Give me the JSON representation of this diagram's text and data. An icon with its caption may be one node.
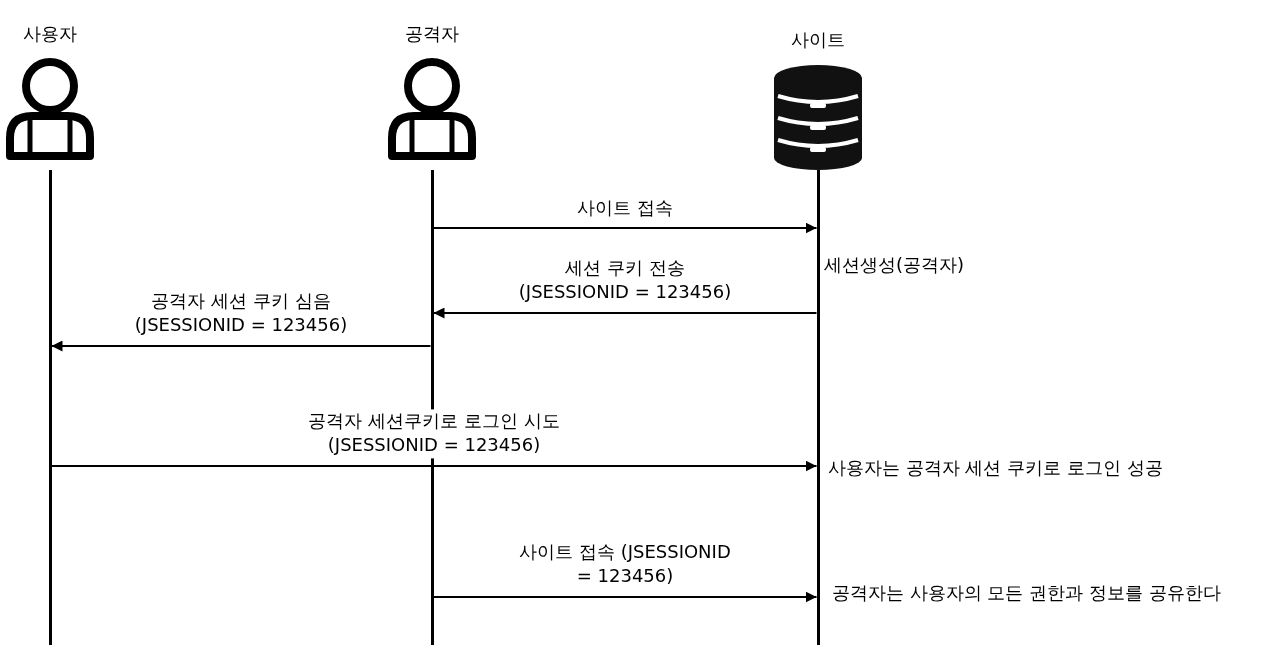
{
  "diagram": {
    "nodes": [
      {
        "text": [
          "사용자"
        ]
      },
      {
        "text": [
          "공격자"
        ]
      },
      {
        "text": [
          "사이트"
        ]
      },
      {
        "text": [],
        "shape": "bar"
      },
      {
        "text": [],
        "shape": "bar"
      },
      {
        "text": [],
        "shape": "bar"
      }
    ],
    "edges": [
      {
        "from": 4,
        "to": 5,
        "arrow": "to",
        "label": "사이트 접속"
      },
      {
        "from": 5,
        "to": 4,
        "arrow": "to",
        "label": "세션 쿠키 전송 (JSESSIONID = 123456)"
      },
      {
        "from": 4,
        "to": 3,
        "arrow": "to",
        "label": "공격자 세션 쿠키 심음 (JSESSIONID = 123456)"
      },
      {
        "from": 3,
        "to": 5,
        "arrow": "to",
        "label": "공격자 세션쿠키로 로그인 시도 (JSESSIONID = 123456)"
      },
      {
        "from": 4,
        "to": 5,
        "arrow": "to",
        "label": "사이트 접속 (JSESSIONID = 123456)"
      }
    ],
    "labels": [
      "세션생성(공격자)",
      "사용자는 공격자 세션 쿠키로 로그인 성공",
      "공격자는 사용자의 모든 권한과 정보를 공유한다"
    ]
  }
}
